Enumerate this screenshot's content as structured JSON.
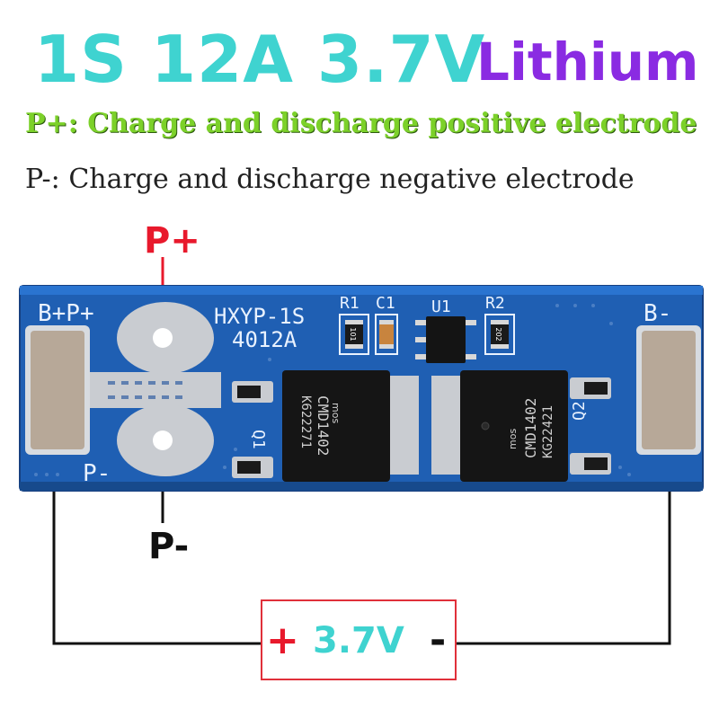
{
  "header": {
    "title": "1S 12A 3.7V",
    "subtitle": "Lithium"
  },
  "descriptions": {
    "positive": "P+:  Charge and discharge positive electrode",
    "negative": "P-:  Charge and discharge negative electrode"
  },
  "labels": {
    "p_plus": "P+",
    "p_minus": "P-"
  },
  "board": {
    "pad_b_plus_p_plus": "B+P+",
    "pad_b_minus": "B-",
    "pad_p_minus": "P-",
    "model_line1": "HXYP-1S",
    "model_line2": "4012A",
    "r1": "R1",
    "c1": "C1",
    "u1": "U1",
    "r2": "R2",
    "r1_value": "101",
    "r2_value": "202",
    "q1": "Q1",
    "q2": "Q2",
    "mosfet1_line1": "CMD1402",
    "mosfet1_line2": "K622271",
    "mosfet2_line1": "CMD1402",
    "mosfet2_line2": "KG22421",
    "mos_logo": "mos"
  },
  "battery": {
    "plus": "+",
    "voltage": "3.7V",
    "minus": "-"
  },
  "colors": {
    "title": "#3fd3d0",
    "subtitle": "#8a2be2",
    "positive_text": "#7cd12a",
    "p_plus": "#e8192c",
    "board": "#1f5fb3",
    "box_border": "#e0303a"
  }
}
